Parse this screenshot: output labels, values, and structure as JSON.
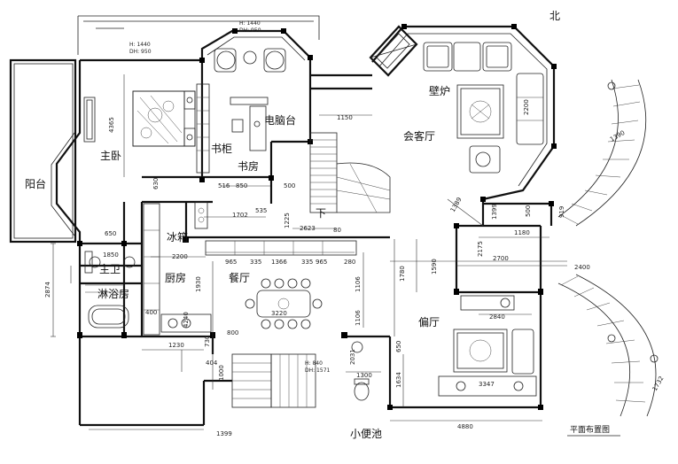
{
  "rooms": {
    "balcony": "阳台",
    "master_bedroom": "主卧",
    "study": "书房",
    "bookcase": "书柜",
    "computer_desk": "电脑台",
    "fireplace": "壁炉",
    "living_room": "会客厅",
    "fridge": "冰箱",
    "master_bath": "主卫",
    "shower_room": "淋浴房",
    "kitchen": "厨房",
    "dining": "餐厅",
    "side_hall": "偏厅",
    "pool": "小便池",
    "down": "下",
    "north": "北"
  },
  "caption": "平面布置图",
  "heights": [
    {
      "h": "H: 1440",
      "dh": "DH: 950"
    },
    {
      "h": "H: 1440",
      "dh": "DH: 950"
    },
    {
      "h": "H: 840",
      "dh": "DH: 1571"
    }
  ],
  "dims": [
    "4365",
    "1150",
    "630",
    "516",
    "850",
    "1702",
    "535",
    "1225",
    "2623",
    "650",
    "2200",
    "1850",
    "80",
    "965",
    "335",
    "1366",
    "335",
    "965",
    "280",
    "1930",
    "4240",
    "2874",
    "400",
    "1230",
    "800",
    "730",
    "404",
    "1000",
    "1106",
    "3220",
    "1106",
    "1399",
    "1180",
    "919",
    "500",
    "2175",
    "2700",
    "1590",
    "1780",
    "2840",
    "2400",
    "650",
    "3347",
    "1300",
    "1634",
    "4880",
    "2200",
    "1389",
    "1399",
    "1732",
    "1390",
    "2031",
    "500"
  ]
}
